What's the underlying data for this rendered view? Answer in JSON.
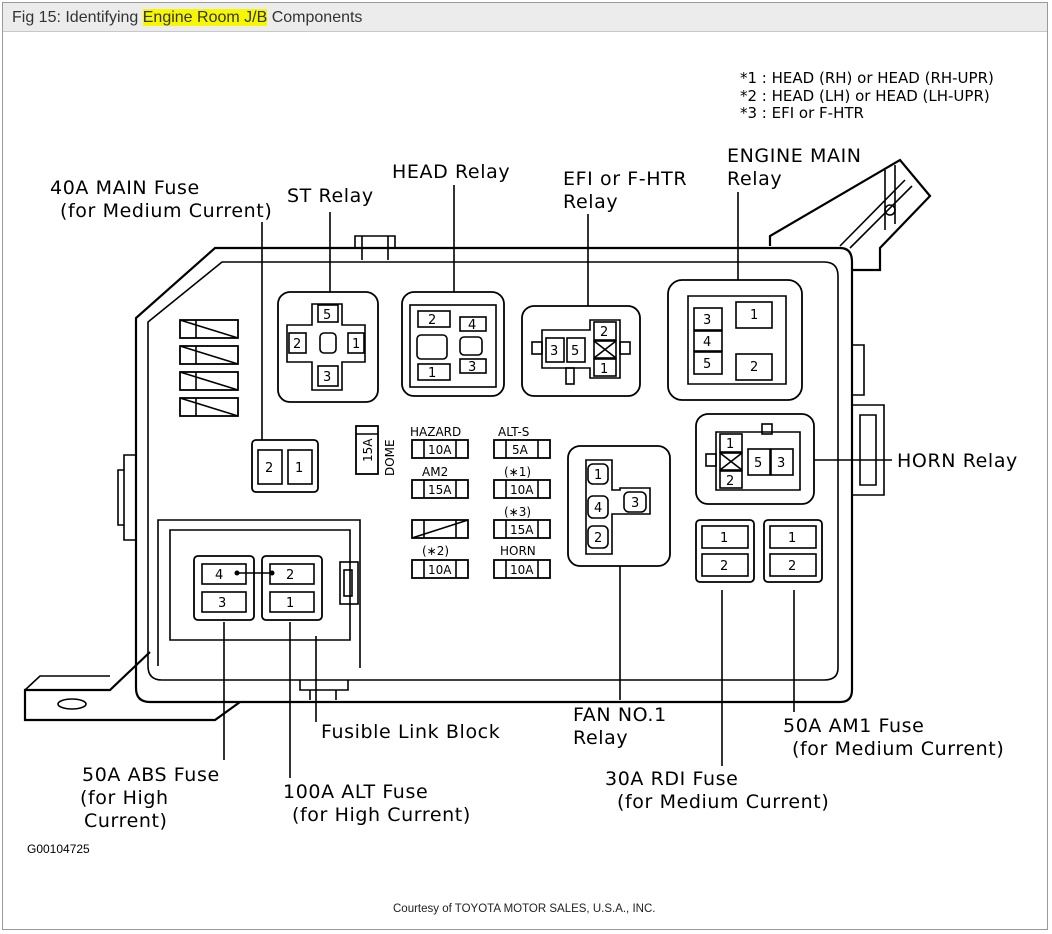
{
  "header": {
    "prefix": "Fig 15: Identifying ",
    "highlight": "Engine Room J/B",
    "suffix": " Components"
  },
  "notes": [
    "*1 : HEAD (RH) or HEAD (RH-UPR)",
    "*2 : HEAD (LH) or HEAD (LH-UPR)",
    "*3 : EFI or F-HTR"
  ],
  "labels": {
    "main_fuse_1": "40A MAIN Fuse",
    "main_fuse_2": "(for Medium Current)",
    "st_relay": "ST Relay",
    "head_relay": "HEAD Relay",
    "efi_relay_1": "EFI or F-HTR",
    "efi_relay_2": "Relay",
    "engine_main_1": "ENGINE MAIN",
    "engine_main_2": "Relay",
    "horn_relay": "HORN Relay",
    "am1_fuse_1": "50A AM1 Fuse",
    "am1_fuse_2": "(for Medium Current)",
    "rdi_fuse_1": "30A RDI Fuse",
    "rdi_fuse_2": "(for Medium Current)",
    "fan_relay_1": "FAN NO.1",
    "fan_relay_2": "Relay",
    "fusible_link": "Fusible Link Block",
    "alt_fuse_1": "100A ALT Fuse",
    "alt_fuse_2": "(for High Current)",
    "abs_fuse_1": "50A ABS Fuse",
    "abs_fuse_2": "(for High",
    "abs_fuse_3": "Current)"
  },
  "fuses": {
    "hazard": {
      "name": "HAZARD",
      "value": "10A"
    },
    "alt_s": {
      "name": "ALT-S",
      "value": "5A"
    },
    "am2": {
      "name": "AM2",
      "value": "15A"
    },
    "star1": {
      "name": "(∗1)",
      "value": "10A"
    },
    "star3": {
      "name": "(∗3)",
      "value": "15A"
    },
    "star2": {
      "name": "(∗2)",
      "value": "10A"
    },
    "horn": {
      "name": "HORN",
      "value": "10A"
    },
    "dome": {
      "name": "DOME",
      "value": "15A"
    }
  },
  "pins": {
    "st": [
      "5",
      "2",
      "1",
      "3"
    ],
    "head": [
      "2",
      "4",
      "3",
      "1"
    ],
    "efi": [
      "3",
      "5",
      "2",
      "1"
    ],
    "engine_main": [
      "3",
      "1",
      "4",
      "5",
      "2"
    ],
    "horn": [
      "1",
      "2",
      "5",
      "3"
    ],
    "fan": [
      "1",
      "4",
      "3",
      "2"
    ],
    "main_fuse": [
      "2",
      "1"
    ],
    "link_block": [
      "4",
      "2",
      "3",
      "1"
    ],
    "rdi": [
      "1",
      "2"
    ],
    "am1": [
      "1",
      "2"
    ]
  },
  "figure_code": "G00104725",
  "courtesy": "Courtesy of TOYOTA MOTOR SALES, U.S.A., INC."
}
